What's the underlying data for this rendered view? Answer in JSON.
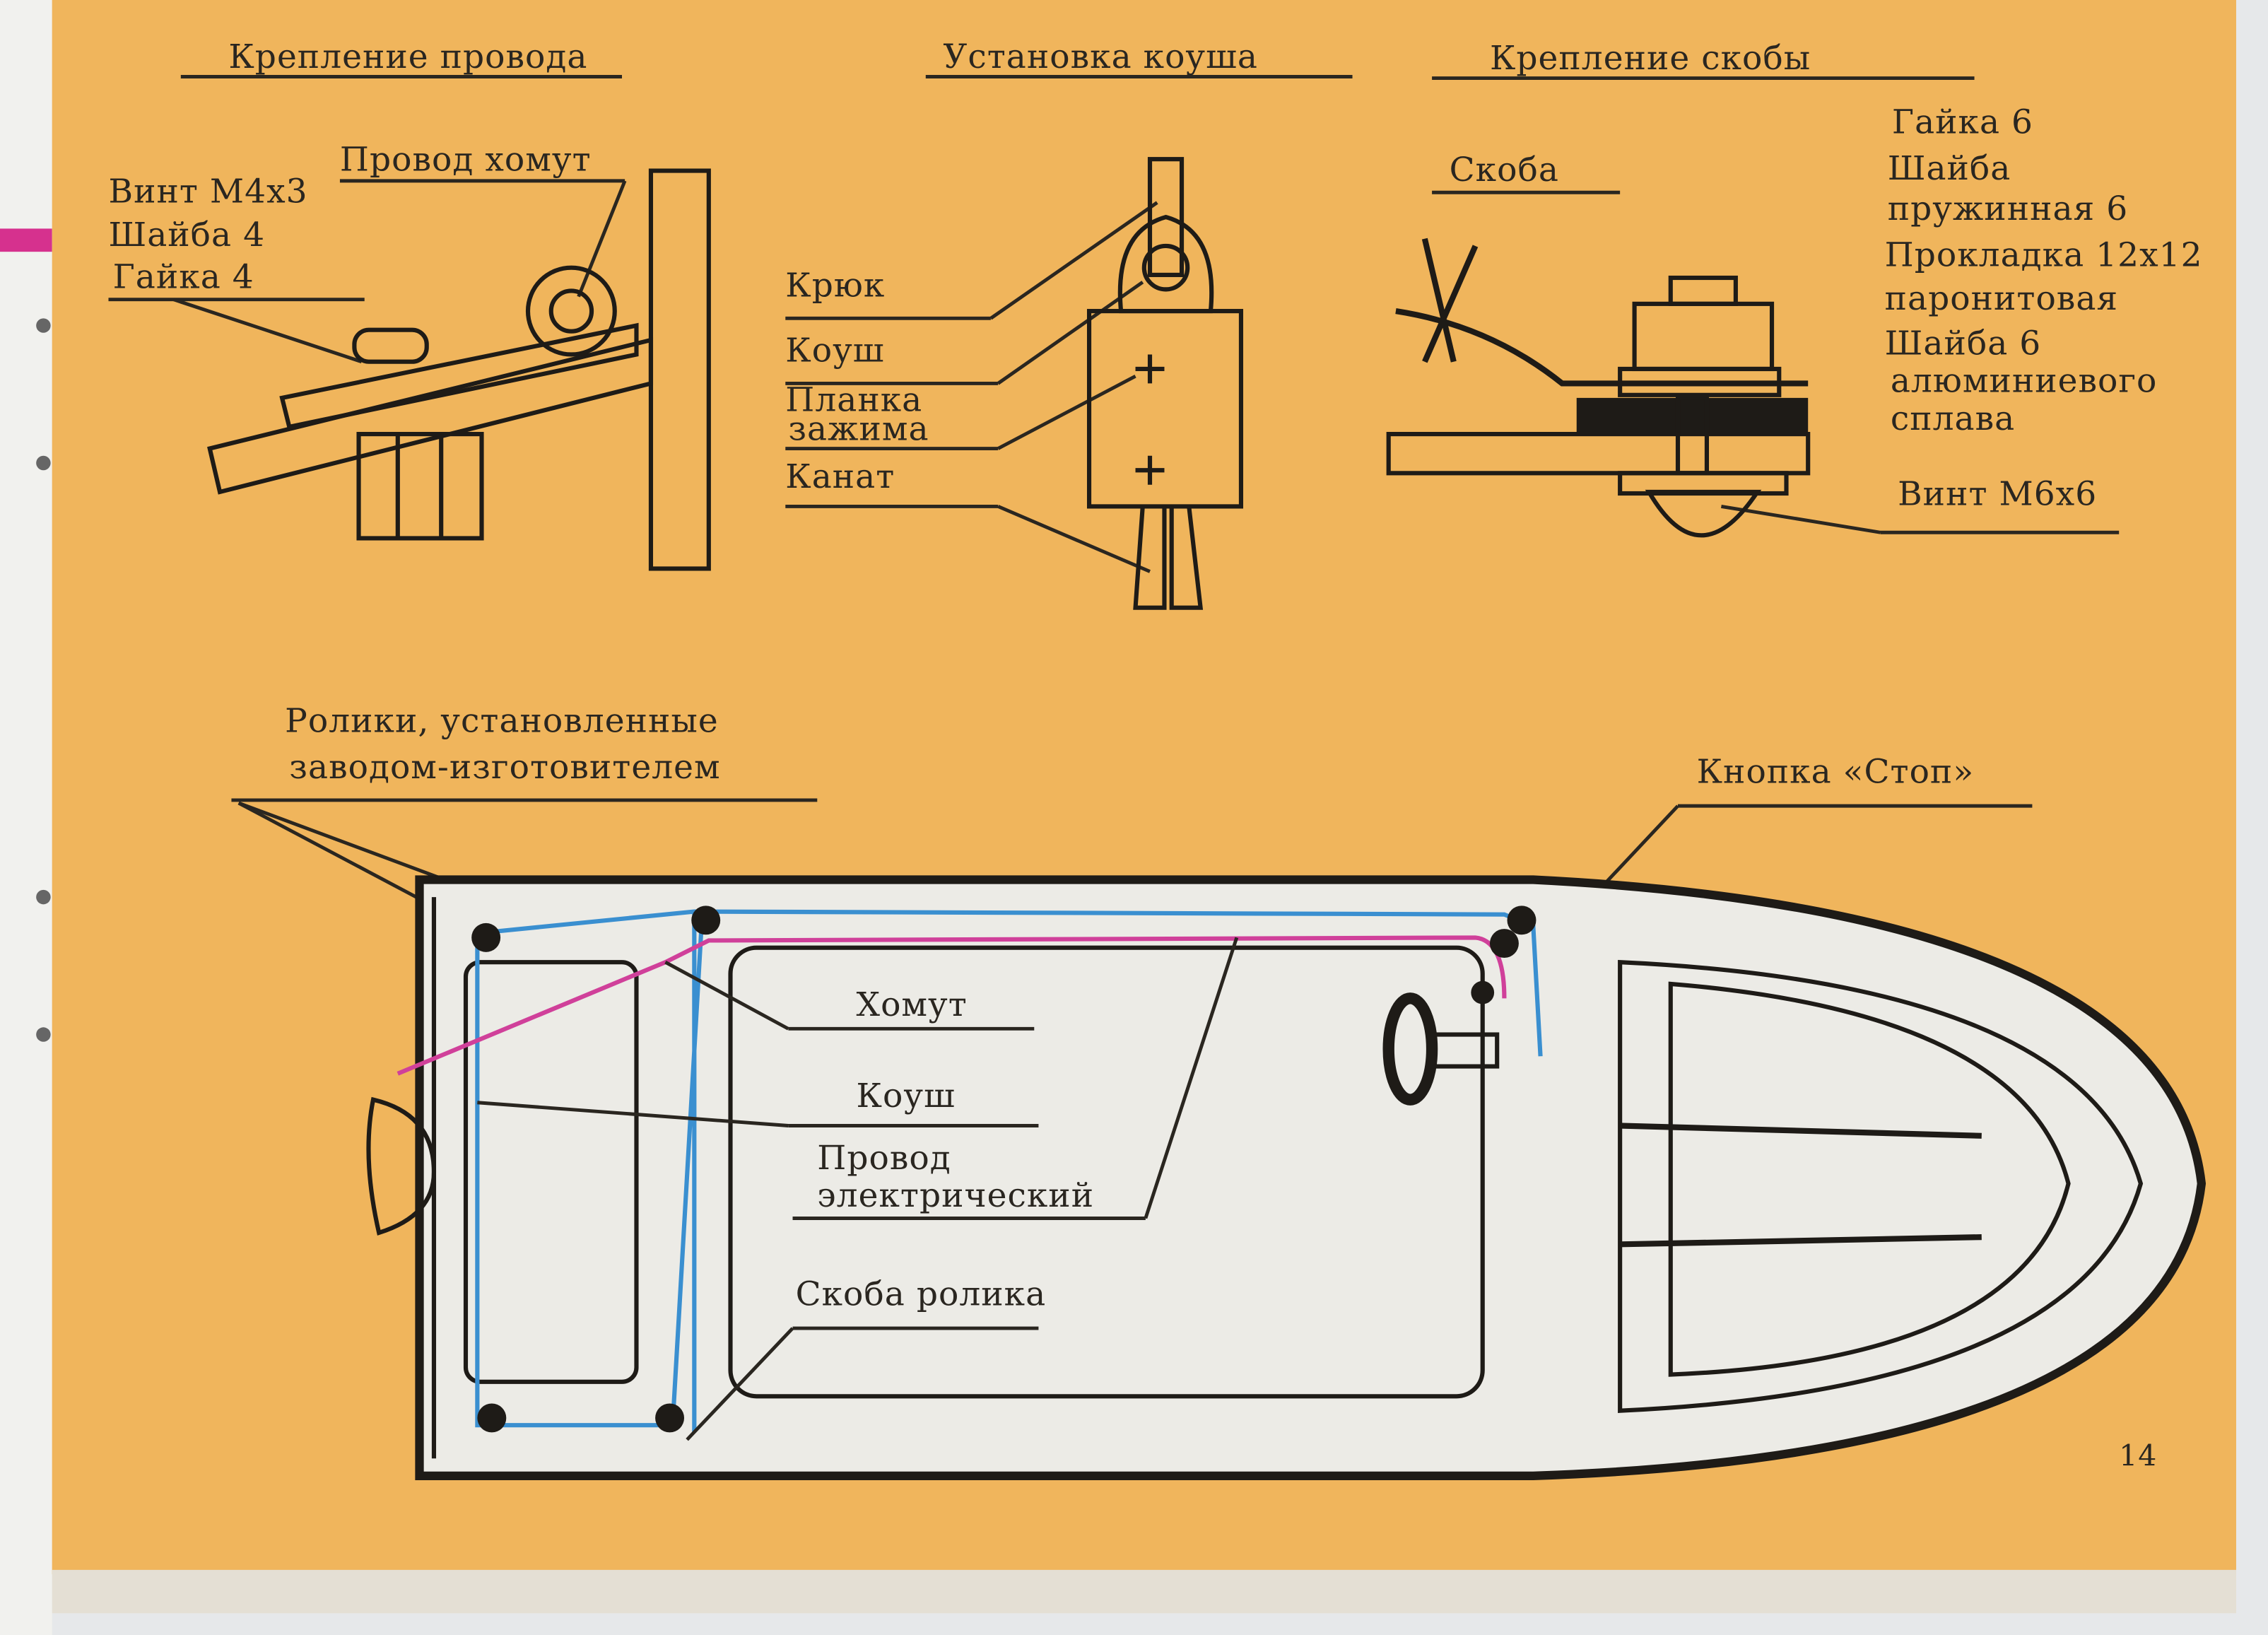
{
  "page_number": "14",
  "colors": {
    "paper": "#f0b55c",
    "boat_fill": "#ecebe6",
    "wire_blue": "#3a8fd0",
    "wire_magenta": "#d0409a",
    "ink": "#2a2620"
  },
  "sections": {
    "wire_mount": {
      "title": "Крепление провода",
      "labels": [
        "Винт М4х3",
        "Шайба 4",
        "Гайка 4",
        "Провод хомут"
      ]
    },
    "thimble_install": {
      "title": "Установка коуша",
      "labels": [
        "Крюк",
        "Коуш",
        "Планка",
        "зажима",
        "Канат"
      ]
    },
    "bracket_mount": {
      "title": "Крепление скобы",
      "bracket_label": "Скоба",
      "parts": [
        "Гайка 6",
        "Шайба",
        "пружинная 6",
        "Прокладка 12х12",
        "паронитовая",
        "Шайба 6",
        "алюминиевого",
        "сплава"
      ],
      "screw_label": "Винт М6х6"
    },
    "boat": {
      "rollers_line1": "Ролики, установленные",
      "rollers_line2": "заводом-изготовителем",
      "stop_button": "Кнопка «Стоп»",
      "clamp": "Хомут",
      "thimble": "Коуш",
      "wire_line1": "Провод",
      "wire_line2": "электрический",
      "roller_bracket": "Скоба ролика"
    }
  }
}
